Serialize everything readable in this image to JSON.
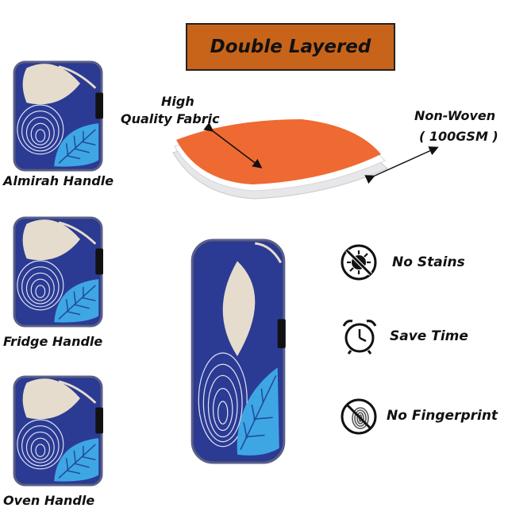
{
  "banner": {
    "title": "Double Layered"
  },
  "fabric": {
    "top_label_line1": "High",
    "top_label_line2": "Quality Fabric",
    "side_label_line1": "Non-Woven",
    "side_label_line2": "( 100GSM )"
  },
  "handles": {
    "almirah": "Almirah Handle",
    "fridge": "Fridge Handle",
    "oven": "Oven Handle"
  },
  "features": [
    {
      "label": "No Stains",
      "icon": "no-virus-icon"
    },
    {
      "label": "Save Time",
      "icon": "alarm-clock-icon"
    },
    {
      "label": "No Fingerprint",
      "icon": "no-fingerprint-icon"
    }
  ],
  "colors": {
    "banner": "#c8641a",
    "fabric_top": "#ee6a32",
    "handle_blue": "#2a3a8c",
    "leaf_light": "#3fa6e6",
    "leaf_cream": "#e7ddd0"
  }
}
